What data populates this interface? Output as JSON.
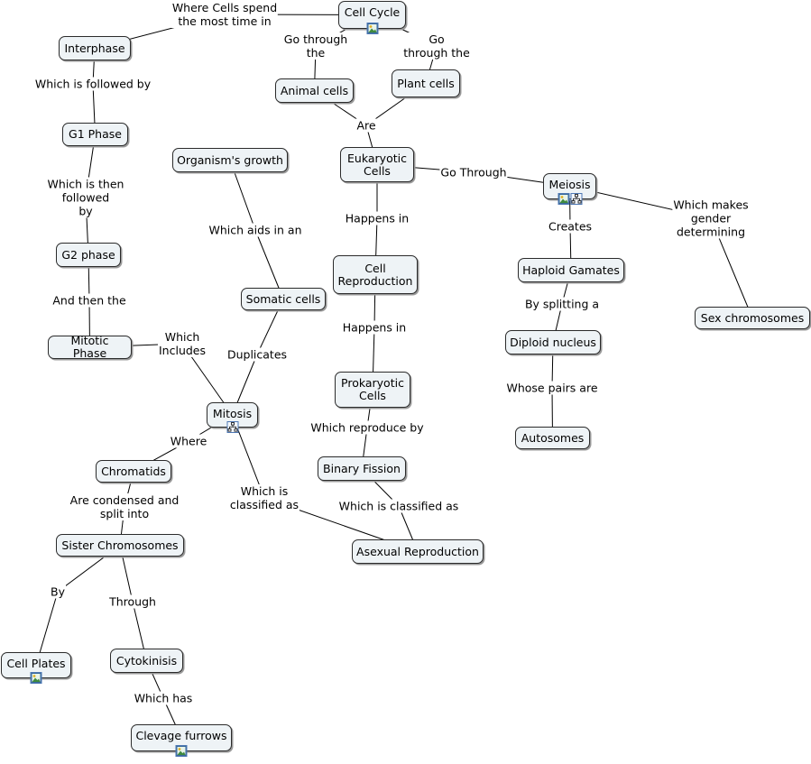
{
  "concept_map": {
    "concepts": [
      {
        "id": "cell_cycle",
        "text": "Cell Cycle",
        "icons": [
          "image-icon"
        ]
      },
      {
        "id": "interphase",
        "text": "Interphase"
      },
      {
        "id": "animal_cells",
        "text": "Animal cells"
      },
      {
        "id": "plant_cells",
        "text": "Plant cells"
      },
      {
        "id": "g1",
        "text": "G1 Phase"
      },
      {
        "id": "organism_growth",
        "text": "Organism's growth"
      },
      {
        "id": "eukaryotic",
        "text": "Eukaryotic\nCells"
      },
      {
        "id": "meiosis",
        "text": "Meiosis",
        "icons": [
          "image-icon",
          "concept-map-icon"
        ]
      },
      {
        "id": "g2",
        "text": "G2 phase"
      },
      {
        "id": "cell_reproduction",
        "text": "Cell\nReproduction"
      },
      {
        "id": "haploid",
        "text": "Haploid Gamates"
      },
      {
        "id": "somatic",
        "text": "Somatic cells"
      },
      {
        "id": "sex_chromosomes",
        "text": "Sex chromosomes"
      },
      {
        "id": "mitotic_phase",
        "text": "Mitotic Phase"
      },
      {
        "id": "diploid",
        "text": "Diploid nucleus"
      },
      {
        "id": "prokaryotic",
        "text": "Prokaryotic\nCells"
      },
      {
        "id": "mitosis",
        "text": "Mitosis",
        "icons": [
          "concept-map-icon"
        ]
      },
      {
        "id": "autosomes",
        "text": "Autosomes"
      },
      {
        "id": "binary_fission",
        "text": "Binary Fission"
      },
      {
        "id": "chromatids",
        "text": "Chromatids"
      },
      {
        "id": "sister_chromosomes",
        "text": "Sister Chromosomes"
      },
      {
        "id": "asexual",
        "text": "Asexual Reproduction"
      },
      {
        "id": "cell_plates",
        "text": "Cell Plates",
        "icons": [
          "image-icon"
        ]
      },
      {
        "id": "cytokinesis",
        "text": "Cytokinisis"
      },
      {
        "id": "cleavage",
        "text": "Clevage furrows",
        "icons": [
          "image-icon"
        ]
      }
    ],
    "linking_phrases": [
      {
        "id": "spend",
        "text": "Where Cells spend\nthe most time in"
      },
      {
        "id": "go_through_animal",
        "text": "Go through\nthe"
      },
      {
        "id": "go_through_plant",
        "text": "Go\nthrough the"
      },
      {
        "id": "are",
        "text": "Are"
      },
      {
        "id": "followed_by",
        "text": "Which is followed by"
      },
      {
        "id": "then_followed",
        "text": "Which is then\nfollowed\nby"
      },
      {
        "id": "and_then",
        "text": "And then the"
      },
      {
        "id": "aids",
        "text": "Which aids in an"
      },
      {
        "id": "happens_in_1",
        "text": "Happens in"
      },
      {
        "id": "happens_in_2",
        "text": "Happens in"
      },
      {
        "id": "go_through_meiosis",
        "text": "Go Through"
      },
      {
        "id": "creates",
        "text": "Creates"
      },
      {
        "id": "gender",
        "text": "Which makes\ngender\ndetermining"
      },
      {
        "id": "splitting",
        "text": "By splitting a"
      },
      {
        "id": "pairs",
        "text": "Whose pairs are"
      },
      {
        "id": "duplicates",
        "text": "Duplicates"
      },
      {
        "id": "includes",
        "text": "Which\nIncludes"
      },
      {
        "id": "where",
        "text": "Where"
      },
      {
        "id": "reproduce_by",
        "text": "Which reproduce by"
      },
      {
        "id": "classified_1",
        "text": "Which is\nclassified as"
      },
      {
        "id": "classified_2",
        "text": "Which is classified as"
      },
      {
        "id": "condensed",
        "text": "Are condensed and\nsplit into"
      },
      {
        "id": "by",
        "text": "By"
      },
      {
        "id": "through",
        "text": "Through"
      },
      {
        "id": "which_has",
        "text": "Which has"
      }
    ]
  }
}
